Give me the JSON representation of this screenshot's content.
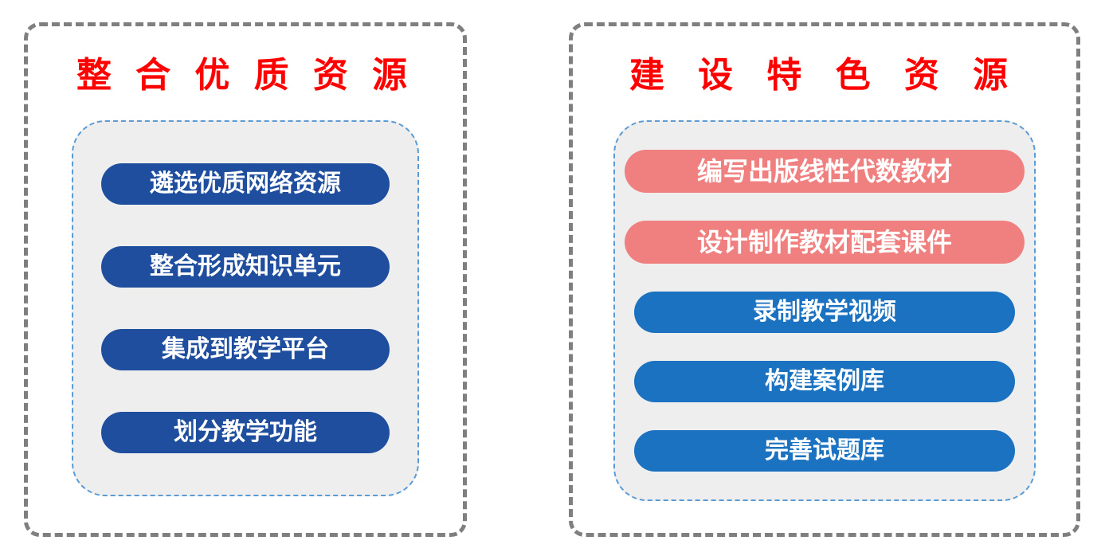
{
  "panels": [
    {
      "title": "整 合 优 质 资 源",
      "items": [
        {
          "label": "遴选优质网络资源"
        },
        {
          "label": "整合形成知识单元"
        },
        {
          "label": "集成到教学平台"
        },
        {
          "label": "划分教学功能"
        }
      ]
    },
    {
      "title": "建 设 特 色 资 源",
      "items": [
        {
          "label": "编写出版线性代数教材"
        },
        {
          "label": "设计制作教材配套课件"
        },
        {
          "label": "录制教学视频"
        },
        {
          "label": "构建案例库"
        },
        {
          "label": "完善试题库"
        }
      ]
    }
  ],
  "colors": {
    "title_red": "#ff0000",
    "navy_pill": "#1f4e9e",
    "blue_pill": "#1b72c0",
    "pink_pill": "#f08080",
    "panel_border": "#7f7f7f",
    "inner_border": "#5b9bd5",
    "inner_bg": "#eeeeee"
  }
}
